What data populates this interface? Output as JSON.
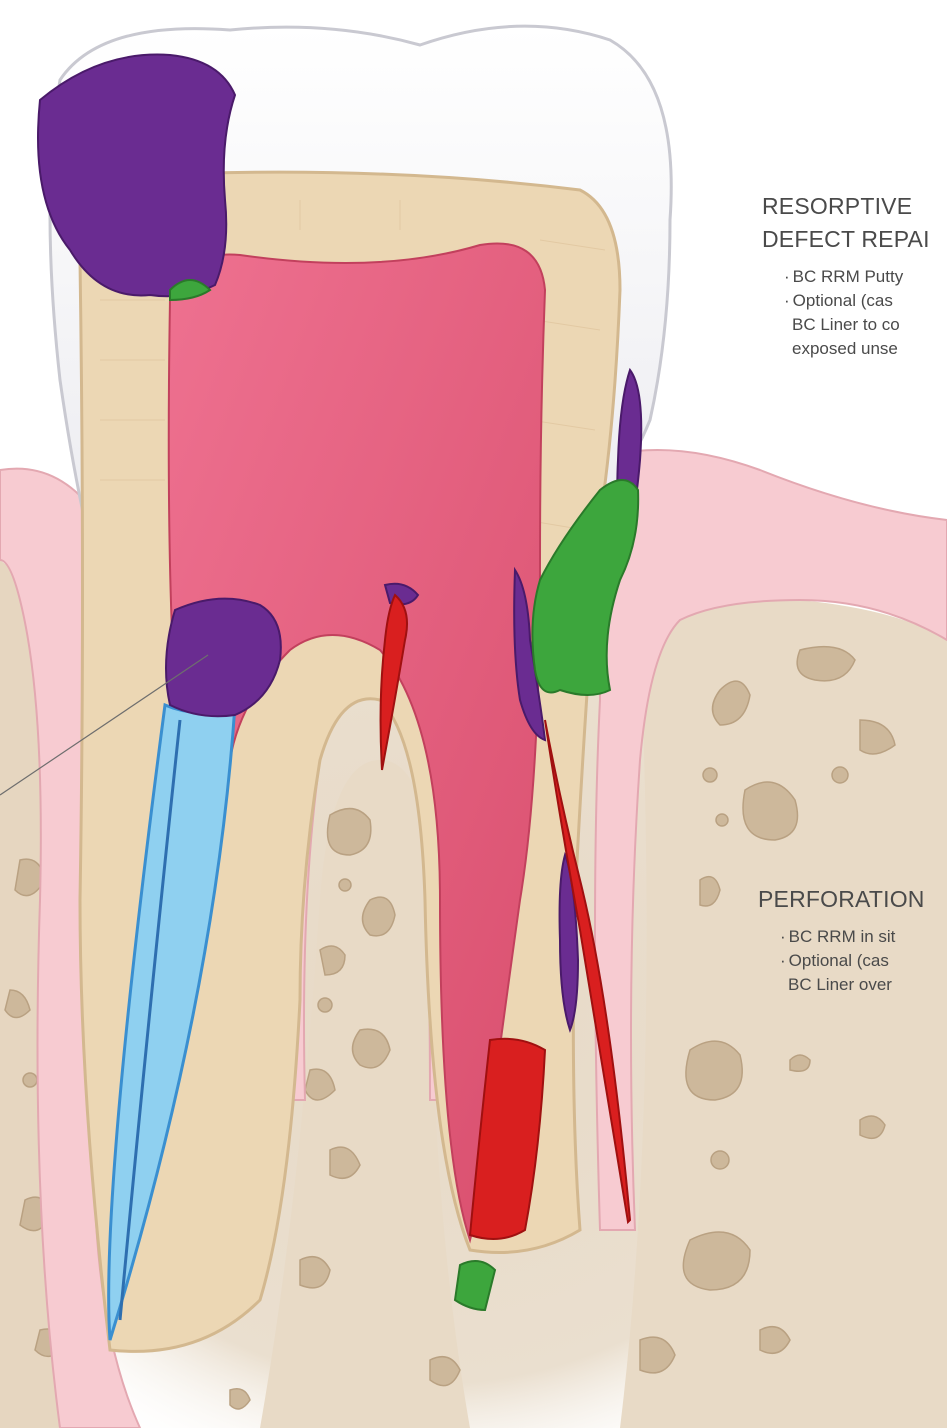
{
  "labels": {
    "resorptive": {
      "heading_line1": "RESORPTIVE",
      "heading_line2": "DEFECT REPAI",
      "bullet1": "BC RRM Putty",
      "bullet2_line1": "Optional (cas",
      "bullet2_line2": "BC Liner to co",
      "bullet2_line3": "exposed unse"
    },
    "perforation": {
      "heading": "PERFORATION",
      "bullet1": "BC RRM in sit",
      "bullet2_line1": "Optional (cas",
      "bullet2_line2": "BC Liner over"
    },
    "bullet_char": "·"
  },
  "colors": {
    "enamel": "#f4f4f6",
    "dentin": "#ecd7b4",
    "pulp": "#e35a78",
    "gum": "#f6c8ce",
    "bone": "#e7d9c6",
    "bone_hole": "#cbb69a",
    "purple_material": "#6a2c91",
    "green_material": "#3da63d",
    "red_material": "#d91f1f",
    "blue_gutta": "#5bb8e6"
  }
}
